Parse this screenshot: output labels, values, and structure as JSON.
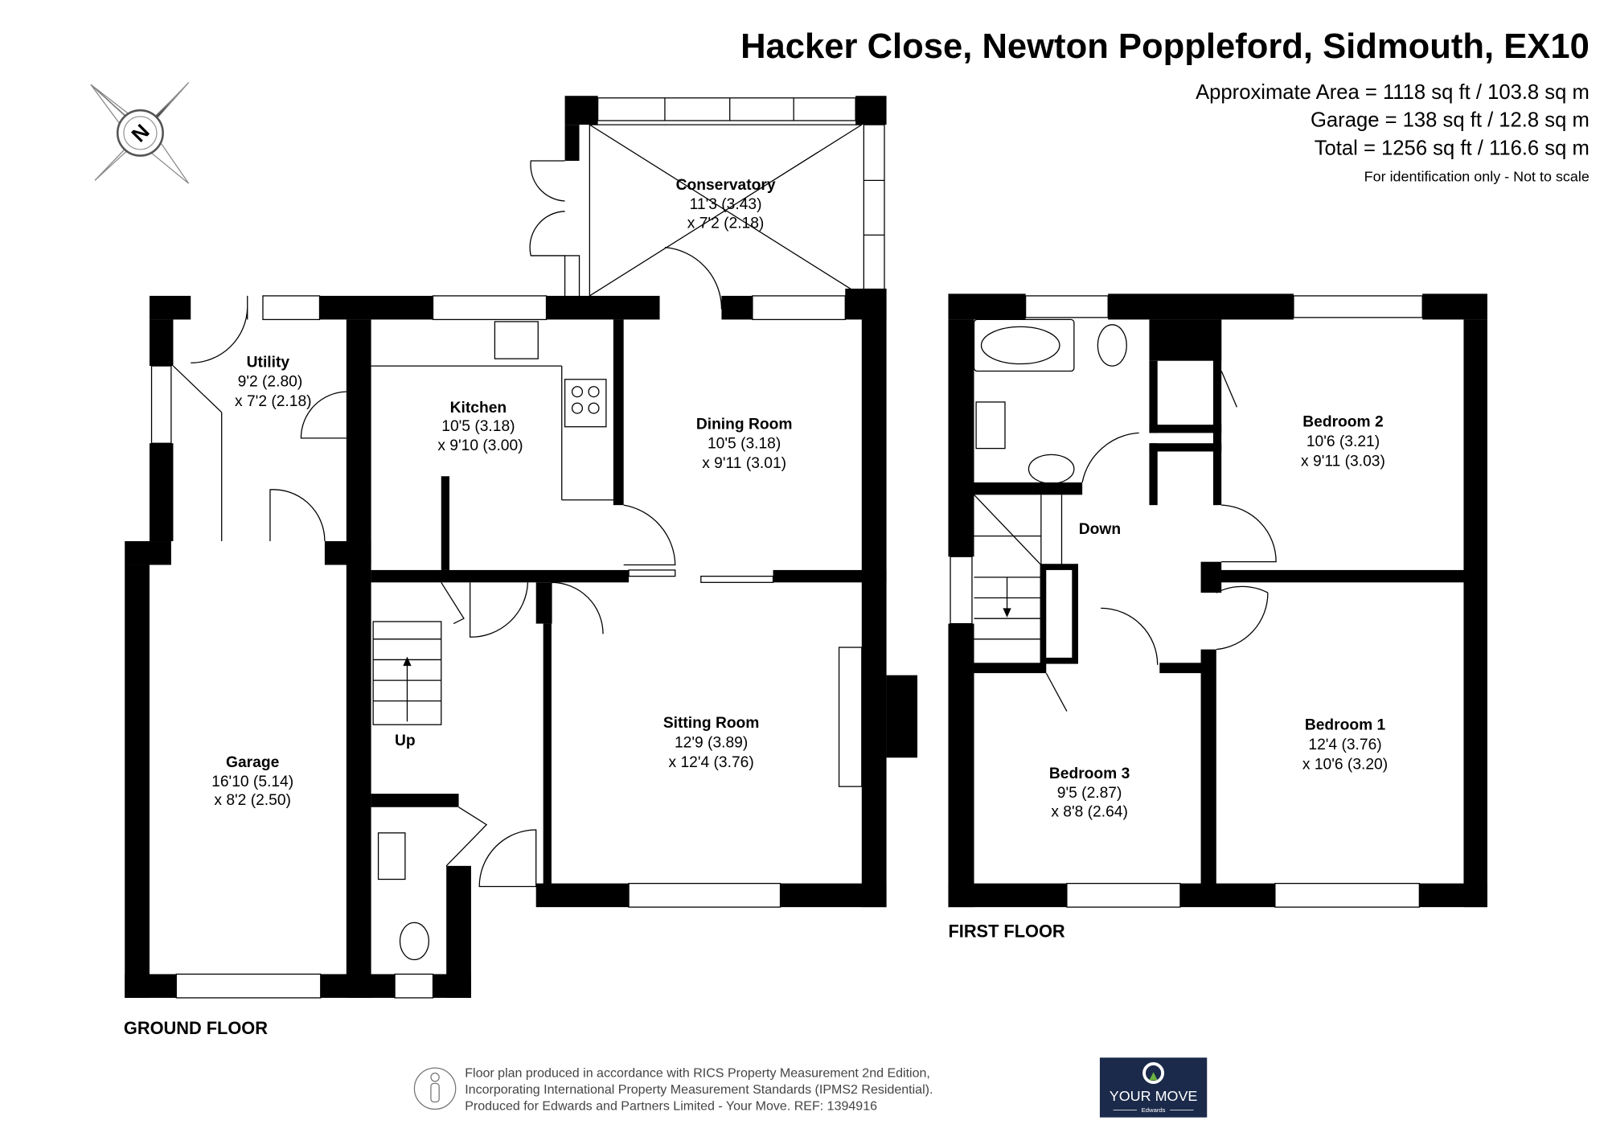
{
  "header": {
    "title": "Hacker Close, Newton Poppleford, Sidmouth, EX10",
    "approx_area": "Approximate Area = 1118 sq ft / 103.8 sq m",
    "garage_area": "Garage = 138 sq ft / 12.8 sq m",
    "total_area": "Total = 1256 sq ft / 116.6 sq m",
    "note": "For identification only - Not to scale"
  },
  "compass": {
    "label": "N"
  },
  "ground_floor": {
    "label": "GROUND FLOOR",
    "stairs_label": "Up",
    "rooms": [
      {
        "name": "Conservatory",
        "dim1": "11'3 (3.43)",
        "dim2": "x 7'2 (2.18)"
      },
      {
        "name": "Utility",
        "dim1": "9'2 (2.80)",
        "dim2": "x 7'2 (2.18)"
      },
      {
        "name": "Kitchen",
        "dim1": "10'5 (3.18)",
        "dim2": "x 9'10 (3.00)"
      },
      {
        "name": "Dining Room",
        "dim1": "10'5 (3.18)",
        "dim2": "x 9'11 (3.01)"
      },
      {
        "name": "Sitting Room",
        "dim1": "12'9 (3.89)",
        "dim2": "x 12'4 (3.76)"
      },
      {
        "name": "Garage",
        "dim1": "16'10 (5.14)",
        "dim2": "x 8'2 (2.50)"
      }
    ]
  },
  "first_floor": {
    "label": "FIRST FLOOR",
    "stairs_label": "Down",
    "rooms": [
      {
        "name": "Bedroom 2",
        "dim1": "10'6 (3.21)",
        "dim2": "x 9'11 (3.03)"
      },
      {
        "name": "Bedroom 1",
        "dim1": "12'4 (3.76)",
        "dim2": "x 10'6 (3.20)"
      },
      {
        "name": "Bedroom 3",
        "dim1": "9'5 (2.87)",
        "dim2": "x 8'8 (2.64)"
      }
    ]
  },
  "footer": {
    "line1": "Floor plan produced in accordance with RICS Property Measurement 2nd Edition,",
    "line2": "Incorporating International Property Measurement Standards (IPMS2 Residential).",
    "line3": "Produced for Edwards and Partners Limited - Your Move.   REF: 1394916",
    "logo_text": "YOUR MOVE",
    "logo_sub": "Edwards",
    "logo_bg": "#1b2a4a",
    "logo_accent": "#6cb33f"
  }
}
